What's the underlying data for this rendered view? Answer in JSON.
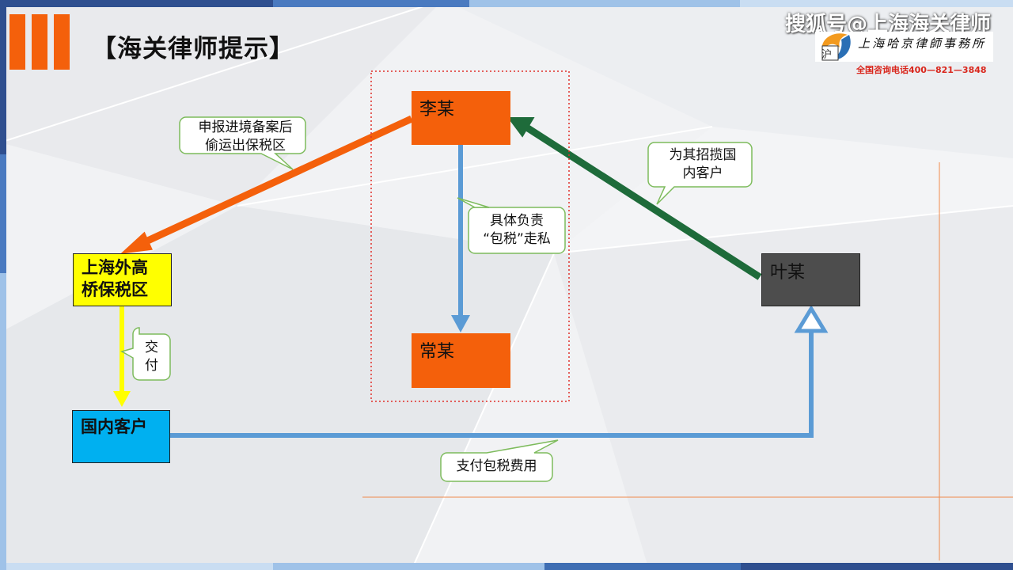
{
  "title": "【海关律师提示】",
  "watermark": "搜狐号@上海海关律师",
  "logo": {
    "glyph": "沪",
    "firm_name": "上海哈京律師事務所",
    "phone": "全国咨询电话400—821—3848"
  },
  "nodes": {
    "li": "李某",
    "chang": "常某",
    "ye": "叶某",
    "zone_line1": "上海外高",
    "zone_line2": "桥保税区",
    "client": "国内客户"
  },
  "callouts": {
    "declare_line1": "申报进境备案后",
    "declare_line2": "偷运出保税区",
    "solicit_line1": "为其招揽国",
    "solicit_line2": "内客户",
    "charge_line1": "具体负责",
    "charge_line2": "“包税”走私",
    "pay_line1": "交",
    "pay_line2": "付",
    "fee": "支付包税费用"
  },
  "colors": {
    "orange": "#f4600b",
    "yellow": "#ffff00",
    "cyan": "#00b0f0",
    "dark_gray": "#4d4d4d",
    "blue_arrow": "#5b9bd5",
    "green_arrow": "#1e6b3a",
    "red_dotted": "#e0302a"
  }
}
